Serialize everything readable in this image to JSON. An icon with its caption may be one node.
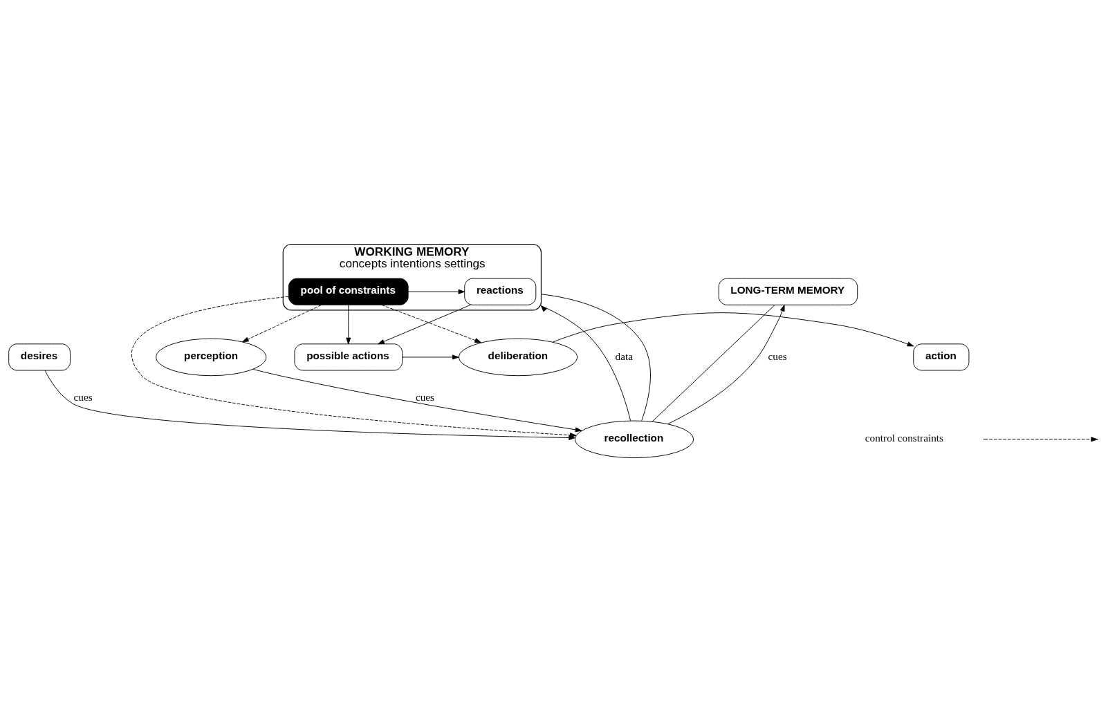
{
  "diagram": {
    "nodes": [
      {
        "text": [
          "perception"
        ]
      },
      {
        "text": [
          "desires"
        ]
      },
      {
        "text": [
          "WORKING MEMORY",
          "concepts intentions settings"
        ]
      },
      {
        "text": [
          "recollection"
        ]
      },
      {
        "text": [
          "LONG-TERM MEMORY"
        ]
      },
      {
        "text": [
          "reactions"
        ],
        "in": 2
      },
      {
        "text": [
          "pool of constraints"
        ],
        "in": 2
      },
      {
        "text": [
          "possible actions"
        ]
      },
      {
        "text": [
          "deliberation"
        ]
      },
      {
        "text": [
          "action"
        ]
      }
    ],
    "edges": [
      {
        "from": 0,
        "to": 3,
        "arrow": "to",
        "label": "cues"
      },
      {
        "from": 1,
        "to": 3,
        "arrow": "to",
        "label": "cues"
      },
      {
        "from": 4,
        "to": 3,
        "arrow": "none"
      },
      {
        "from": 3,
        "to": 2,
        "arrow": "to",
        "label": "data"
      },
      {
        "from": 6,
        "to": 0,
        "arrow": "to",
        "style": "dashed"
      },
      {
        "from": 6,
        "to": 3,
        "arrow": "to",
        "style": "dashed"
      },
      {
        "from": 2,
        "to": 3,
        "arrow": "none"
      },
      {
        "from": 3,
        "to": 4,
        "arrow": "to",
        "label": "cues"
      },
      {
        "from": 6,
        "to": 5,
        "arrow": "to"
      },
      {
        "from": 5,
        "to": 7,
        "arrow": "to"
      },
      {
        "from": 6,
        "to": 7,
        "arrow": "to"
      },
      {
        "from": 6,
        "to": 8,
        "arrow": "to",
        "style": "dashed"
      },
      {
        "from": 7,
        "to": 8,
        "arrow": "to"
      },
      {
        "from": 8,
        "to": 9,
        "arrow": "to"
      }
    ],
    "legend": [
      {
        "text": "control constraints"
      }
    ]
  }
}
